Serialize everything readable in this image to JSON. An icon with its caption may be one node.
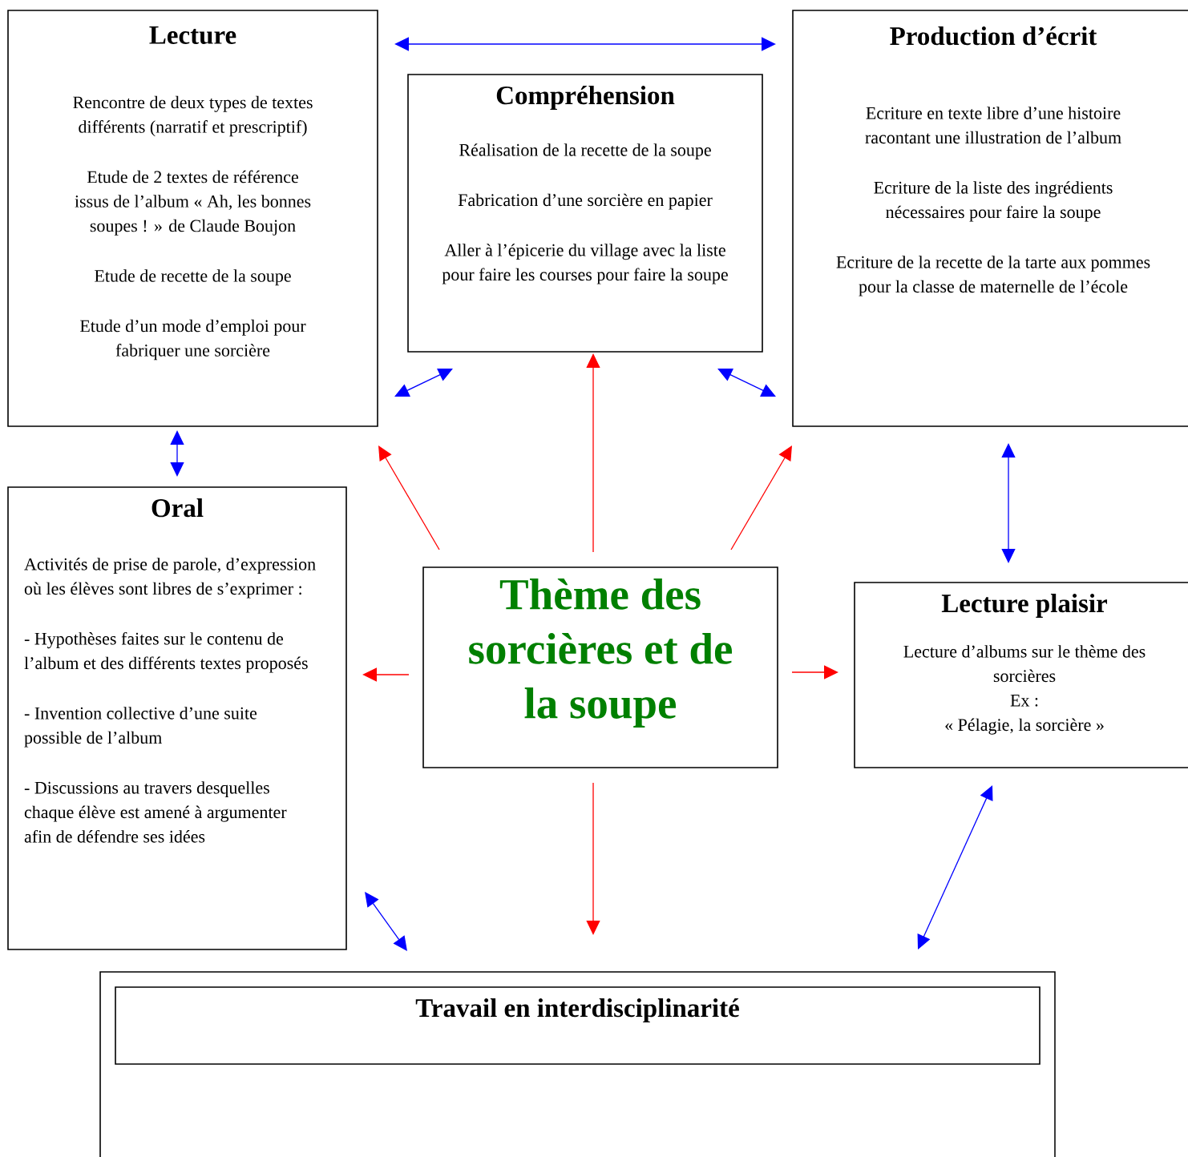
{
  "diagram": {
    "nodes": [
      {
        "text": [
          "Lecture",
          "Rencontre de deux types de textes différents (narratif et prescriptif)",
          "Etude de 2 textes de référence issus de l’album « Ah, les bonnes soupes ! » de Claude Boujon",
          "Etude de recette de la soupe",
          "Etude d’un mode d’emploi pour fabriquer une sorcière"
        ]
      },
      {
        "text": [
          "Compréhension",
          "Réalisation de la recette de la soupe",
          "Fabrication d’une sorcière en papier",
          "Aller à l’épicerie du village avec la liste pour faire les courses pour faire la soupe"
        ]
      },
      {
        "text": [
          "Production d’écrit",
          "Ecriture en texte libre d’une histoire racontant une illustration de l’album",
          "Ecriture de la liste des ingrédients nécessaires pour faire la soupe",
          "Ecriture de la recette de la tarte aux pommes pour la classe de maternelle de l’école"
        ]
      },
      {
        "text": [
          "Oral",
          "Activités de prise de parole, d’expression où les élèves sont libres de s’exprimer :",
          "- Hypothèses faites sur le contenu de l’album et des différents textes proposés",
          "- Invention collective d’une suite possible de l’album",
          "- Discussions au travers desquelles chaque élève est amené à argumenter afin de défendre ses idées"
        ]
      },
      {
        "text": [
          "Thème des sorcières et de la soupe"
        ]
      },
      {
        "text": [
          "Lecture plaisir",
          "Lecture d’albums sur le thème des sorcières",
          "Ex :",
          "« Pélagie, la sorcière »"
        ]
      },
      {
        "text": [],
        "shape": "box"
      },
      {
        "text": [
          "Travail en interdisciplinarité"
        ],
        "in": 6
      }
    ],
    "edges": [
      {
        "from": 0,
        "to": 2,
        "arrow": "both"
      },
      {
        "from": 0,
        "to": 1,
        "arrow": "both"
      },
      {
        "from": 1,
        "to": 2,
        "arrow": "both"
      },
      {
        "from": 0,
        "to": 3,
        "arrow": "both"
      },
      {
        "from": 2,
        "to": 5,
        "arrow": "both"
      },
      {
        "from": 4,
        "to": 0,
        "arrow": "to",
        "color": "#ff0000"
      },
      {
        "from": 4,
        "to": 1,
        "arrow": "to",
        "color": "#ff0000"
      },
      {
        "from": 4,
        "to": 2,
        "arrow": "to",
        "color": "#ff0000"
      },
      {
        "from": 4,
        "to": 3,
        "arrow": "to",
        "color": "#ff0000"
      },
      {
        "from": 4,
        "to": 5,
        "arrow": "to",
        "color": "#ff0000"
      },
      {
        "from": 4,
        "to": 6,
        "arrow": "to",
        "color": "#ff0000"
      },
      {
        "from": 3,
        "to": 6,
        "arrow": "both"
      },
      {
        "from": 5,
        "to": 6,
        "arrow": "both"
      }
    ]
  }
}
